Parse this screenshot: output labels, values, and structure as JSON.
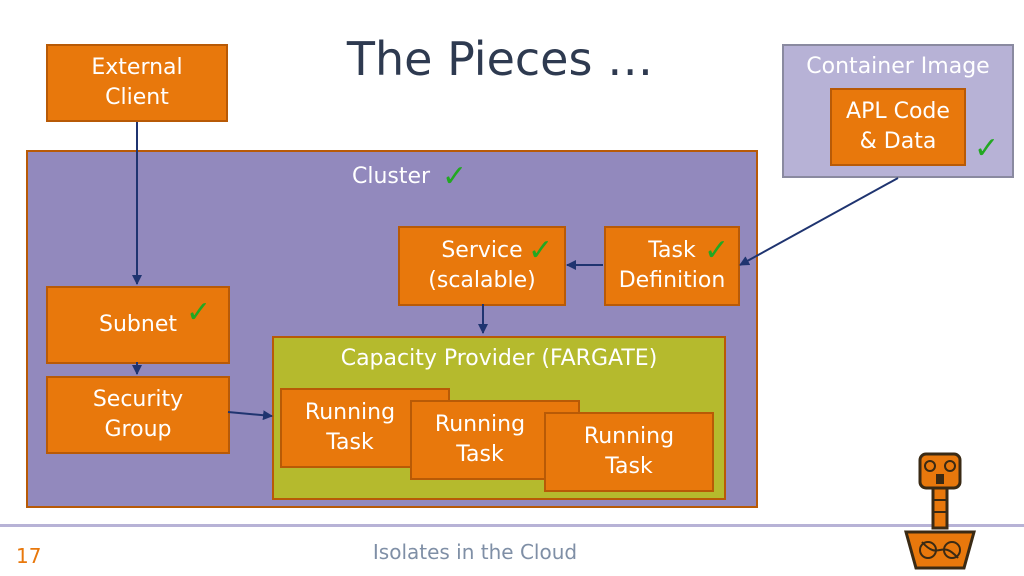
{
  "slide": {
    "title": "The Pieces …",
    "footer": "Isolates in the Cloud",
    "page_number": "17"
  },
  "external_client": {
    "line1": "External",
    "line2": "Client"
  },
  "container_image": {
    "label": "Container Image",
    "apl": {
      "line1": "APL Code",
      "line2": "& Data"
    }
  },
  "cluster": {
    "label": "Cluster"
  },
  "service": {
    "line1": "Service",
    "line2": "(scalable)"
  },
  "task_definition": {
    "line1": "Task",
    "line2": "Definition"
  },
  "subnet": {
    "label": "Subnet"
  },
  "security_group": {
    "line1": "Security",
    "line2": "Group"
  },
  "capacity_provider": {
    "label": "Capacity Provider (FARGATE)"
  },
  "running_tasks": [
    {
      "line1": "Running",
      "line2": "Task"
    },
    {
      "line1": "Running",
      "line2": "Task"
    },
    {
      "line1": "Running",
      "line2": "Task"
    }
  ],
  "check_symbol": "✓",
  "colors": {
    "orange": "#E8780C",
    "cluster_purple": "#9289BD",
    "container_lavender": "#B7B2D6",
    "capacity_olive": "#B5BA2D",
    "check_green": "#22A822",
    "arrow_navy": "#1F3470"
  },
  "icons": [
    "thors-hammer-logo-icon",
    "checkmark-icon"
  ]
}
